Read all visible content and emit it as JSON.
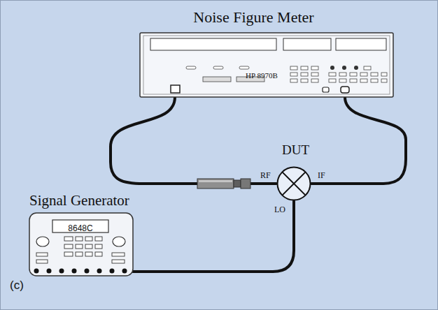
{
  "diagram": {
    "nodes": [
      {
        "text": [
          "Noise Figure Meter",
          "HP 8970B"
        ]
      },
      {
        "text": [
          "DUT"
        ]
      },
      {
        "text": [
          "Signal Generator",
          "8648C"
        ]
      }
    ],
    "edges": [
      {
        "from": 0,
        "to": 1,
        "arrow": "none"
      },
      {
        "from": 1,
        "to": 0,
        "arrow": "none"
      },
      {
        "from": 2,
        "to": 1,
        "arrow": "none"
      }
    ],
    "labels": [
      "RF",
      "IF",
      "LO",
      "(c)"
    ]
  }
}
